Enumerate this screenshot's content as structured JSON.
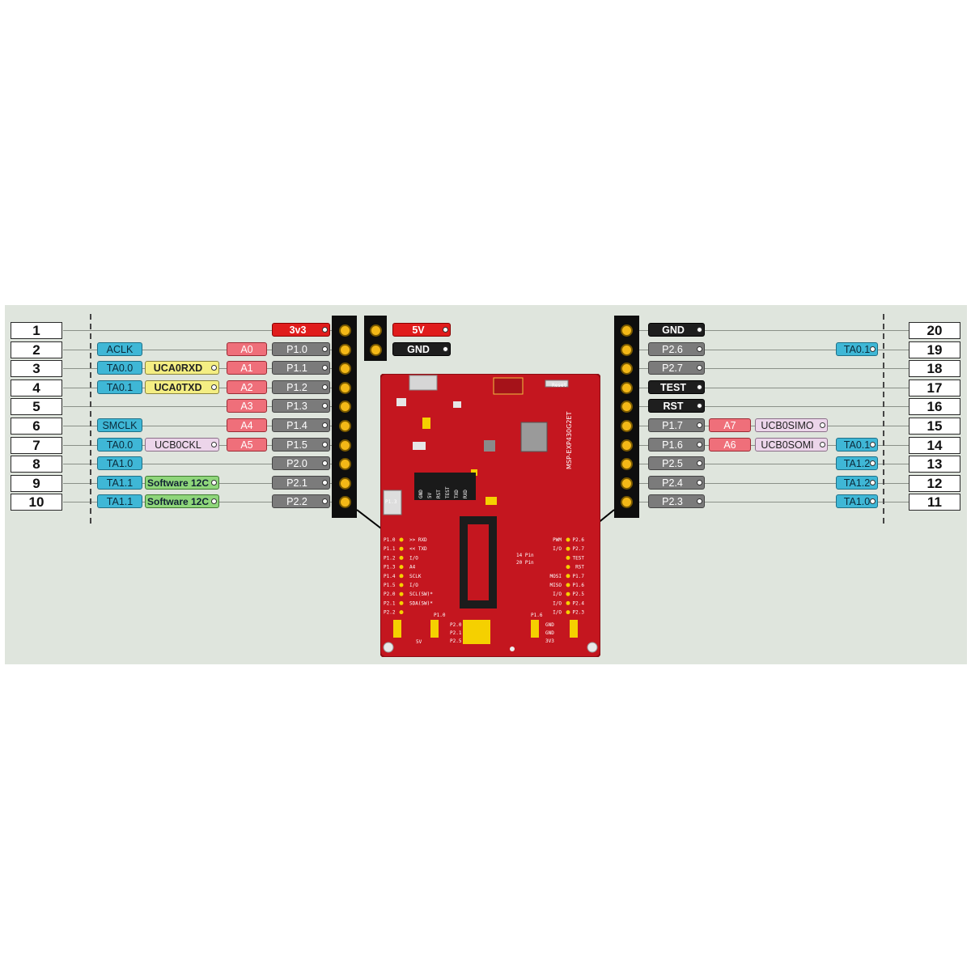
{
  "pin_numbers_left": [
    "1",
    "2",
    "3",
    "4",
    "5",
    "6",
    "7",
    "8",
    "9",
    "10"
  ],
  "pin_numbers_right": [
    "20",
    "19",
    "18",
    "17",
    "16",
    "15",
    "14",
    "13",
    "12",
    "11"
  ],
  "power_header": {
    "five_v": "5V",
    "gnd": "GND"
  },
  "left_rows": [
    {
      "pin": "3v3",
      "pin_style": "red",
      "labels": []
    },
    {
      "pin": "P1.0",
      "pin_style": "grey",
      "labels": [
        {
          "text": "ACLK",
          "style": "blue",
          "col": "a"
        },
        {
          "text": "A0",
          "style": "pink",
          "col": "c"
        }
      ]
    },
    {
      "pin": "P1.1",
      "pin_style": "grey",
      "labels": [
        {
          "text": "TA0.0",
          "style": "blue",
          "col": "a"
        },
        {
          "text": "UCA0RXD",
          "style": "yellow",
          "col": "b"
        },
        {
          "text": "A1",
          "style": "pink",
          "col": "c"
        }
      ]
    },
    {
      "pin": "P1.2",
      "pin_style": "grey",
      "labels": [
        {
          "text": "TA0.1",
          "style": "blue",
          "col": "a"
        },
        {
          "text": "UCA0TXD",
          "style": "yellow",
          "col": "b"
        },
        {
          "text": "A2",
          "style": "pink",
          "col": "c"
        }
      ]
    },
    {
      "pin": "P1.3",
      "pin_style": "grey",
      "labels": [
        {
          "text": "A3",
          "style": "pink",
          "col": "c"
        }
      ]
    },
    {
      "pin": "P1.4",
      "pin_style": "grey",
      "labels": [
        {
          "text": "SMCLK",
          "style": "blue",
          "col": "a"
        },
        {
          "text": "A4",
          "style": "pink",
          "col": "c"
        }
      ]
    },
    {
      "pin": "P1.5",
      "pin_style": "grey",
      "labels": [
        {
          "text": "TA0.0",
          "style": "blue",
          "col": "a"
        },
        {
          "text": "UCB0CKL",
          "style": "lilac",
          "col": "b"
        },
        {
          "text": "A5",
          "style": "pink",
          "col": "c"
        }
      ]
    },
    {
      "pin": "P2.0",
      "pin_style": "grey",
      "labels": [
        {
          "text": "TA1.0",
          "style": "blue",
          "col": "a"
        }
      ]
    },
    {
      "pin": "P2.1",
      "pin_style": "grey",
      "labels": [
        {
          "text": "TA1.1",
          "style": "blue",
          "col": "a"
        },
        {
          "text": "Software 12C",
          "style": "green",
          "col": "b"
        }
      ]
    },
    {
      "pin": "P2.2",
      "pin_style": "grey",
      "labels": [
        {
          "text": "TA1.1",
          "style": "blue",
          "col": "a"
        },
        {
          "text": "Software 12C",
          "style": "green",
          "col": "b"
        }
      ]
    }
  ],
  "right_rows": [
    {
      "pin": "GND",
      "pin_style": "black",
      "labels": []
    },
    {
      "pin": "P2.6",
      "pin_style": "grey",
      "labels": [
        {
          "text": "TA0.1",
          "style": "blue",
          "col": "z"
        }
      ]
    },
    {
      "pin": "P2.7",
      "pin_style": "grey",
      "labels": []
    },
    {
      "pin": "TEST",
      "pin_style": "black",
      "labels": []
    },
    {
      "pin": "RST",
      "pin_style": "black",
      "labels": []
    },
    {
      "pin": "P1.7",
      "pin_style": "grey",
      "labels": [
        {
          "text": "A7",
          "style": "pink",
          "col": "x"
        },
        {
          "text": "UCB0SIMO",
          "style": "lilac",
          "col": "y"
        }
      ]
    },
    {
      "pin": "P1.6",
      "pin_style": "grey",
      "labels": [
        {
          "text": "A6",
          "style": "pink",
          "col": "x"
        },
        {
          "text": "UCB0SOMI",
          "style": "lilac",
          "col": "y"
        },
        {
          "text": "TA0.1",
          "style": "blue",
          "col": "z"
        }
      ]
    },
    {
      "pin": "P2.5",
      "pin_style": "grey",
      "labels": [
        {
          "text": "TA1.2",
          "style": "blue",
          "col": "z"
        }
      ]
    },
    {
      "pin": "P2.4",
      "pin_style": "grey",
      "labels": [
        {
          "text": "TA1.2",
          "style": "blue",
          "col": "z"
        }
      ]
    },
    {
      "pin": "P2.3",
      "pin_style": "grey",
      "labels": [
        {
          "text": "TA1.0",
          "style": "blue",
          "col": "z"
        }
      ]
    }
  ],
  "board": {
    "left_pin_labels": [
      "P1.0",
      "P1.1",
      "P1.2",
      "P1.3",
      "P1.4",
      "P1.5",
      "P2.0",
      "P2.1",
      "P2.2"
    ],
    "left_pin_funcs": [
      ">> RXD",
      "<< TXD",
      "I/O",
      "A4",
      "SCLK",
      "I/O",
      "SCL(SW)*",
      "SDA(SW)*",
      ""
    ],
    "right_pin_labels": [
      "P2.6",
      "P2.7",
      "TEST",
      "RST",
      "P1.7",
      "P1.6",
      "P2.5",
      "P2.4",
      "P2.3"
    ],
    "right_pin_funcs": [
      "PWM",
      "I/O",
      "",
      "",
      "MOSI",
      "MISO",
      "I/O",
      "I/O",
      "I/O"
    ],
    "jumper_labels": [
      "GND",
      "5V",
      "RST",
      "TEST",
      "TXD",
      "RXD"
    ],
    "socket_text": [
      "14 Pin",
      "20 Pin"
    ],
    "bottom_labels": [
      "5V",
      "GND",
      "GND",
      "3V3"
    ],
    "misc_labels": [
      "Reset",
      "P1.3",
      "P1.0",
      "P1.6",
      "P2.0",
      "P2.1",
      "P2.5",
      "MSP-EXP430G2ET"
    ]
  },
  "colors": {
    "board_red": "#c4161f",
    "header_black": "#0e0e0e",
    "panel": "#dfe5dd"
  }
}
